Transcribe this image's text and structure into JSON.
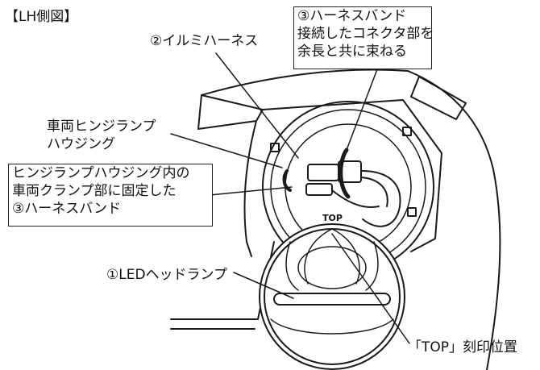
{
  "figure": {
    "title": "【LH側図】",
    "top_mark": "TOP",
    "labels": {
      "illumination_harness": "②イルミハーネス",
      "harness_band_bundle": [
        "③ハーネスバンド",
        "接続したコネクタ部を",
        "余長と共に束ねる"
      ],
      "hinge_lamp_housing": [
        "車両ヒンジランプ",
        "ハウジング"
      ],
      "harness_band_fixed": [
        "ヒンジランプハウジング内の",
        "車両クランプ部に固定した",
        "③ハーネスバンド"
      ],
      "led_headlamp": "①LEDヘッドランプ",
      "top_stamp_position": "「TOP」刻印位置"
    }
  },
  "colors": {
    "line": "#1a1a1a",
    "background": "#ffffff",
    "box_border": "#222222"
  }
}
